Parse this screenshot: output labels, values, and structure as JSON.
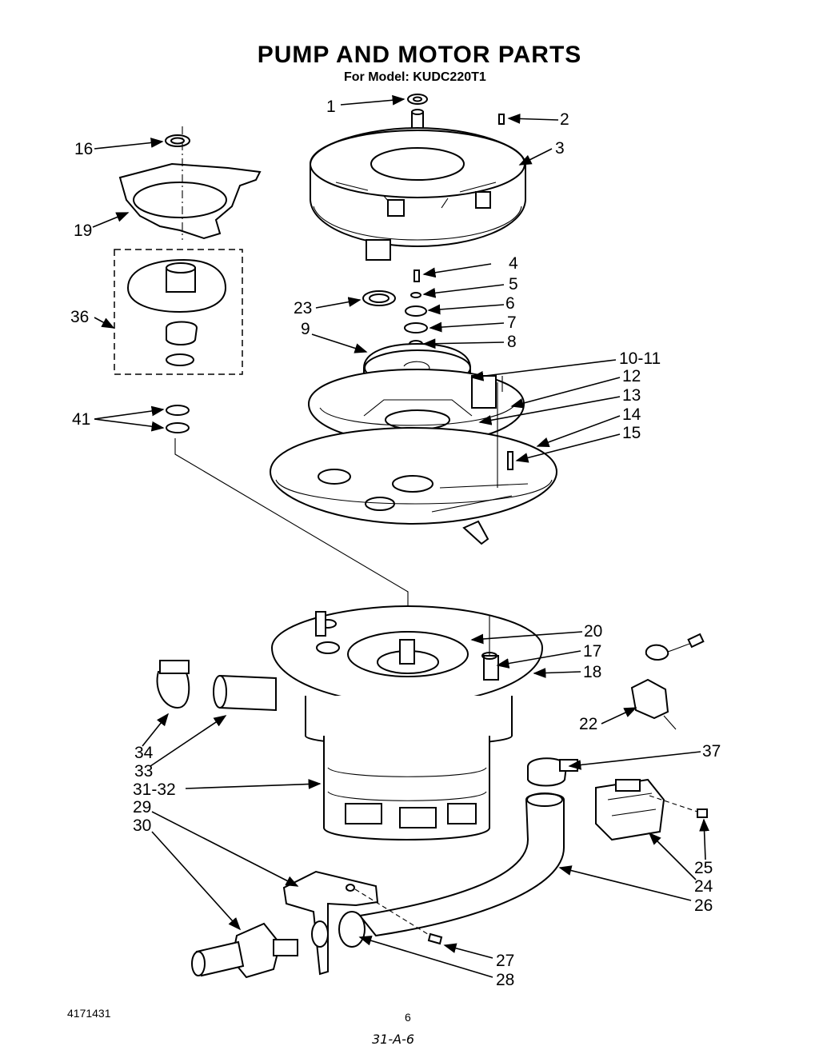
{
  "header": {
    "title": "PUMP AND MOTOR PARTS",
    "subtitle": "For Model: KUDC220T1"
  },
  "footer": {
    "document_number": "4171431",
    "page_number": "6",
    "handwritten_note": "31-A-6"
  },
  "callouts": {
    "c1": "1",
    "c2": "2",
    "c3": "3",
    "c4": "4",
    "c5": "5",
    "c6": "6",
    "c7": "7",
    "c8": "8",
    "c9": "9",
    "c10_11": "10-11",
    "c12": "12",
    "c13": "13",
    "c14": "14",
    "c15": "15",
    "c16": "16",
    "c19": "19",
    "c36": "36",
    "c41": "41",
    "c23": "23",
    "c20": "20",
    "c17": "17",
    "c18": "18",
    "c22": "22",
    "c37": "37",
    "c34": "34",
    "c33": "33",
    "c31_32": "31-32",
    "c29": "29",
    "c30": "30",
    "c25": "25",
    "c24": "24",
    "c26": "26",
    "c27": "27",
    "c28": "28"
  }
}
